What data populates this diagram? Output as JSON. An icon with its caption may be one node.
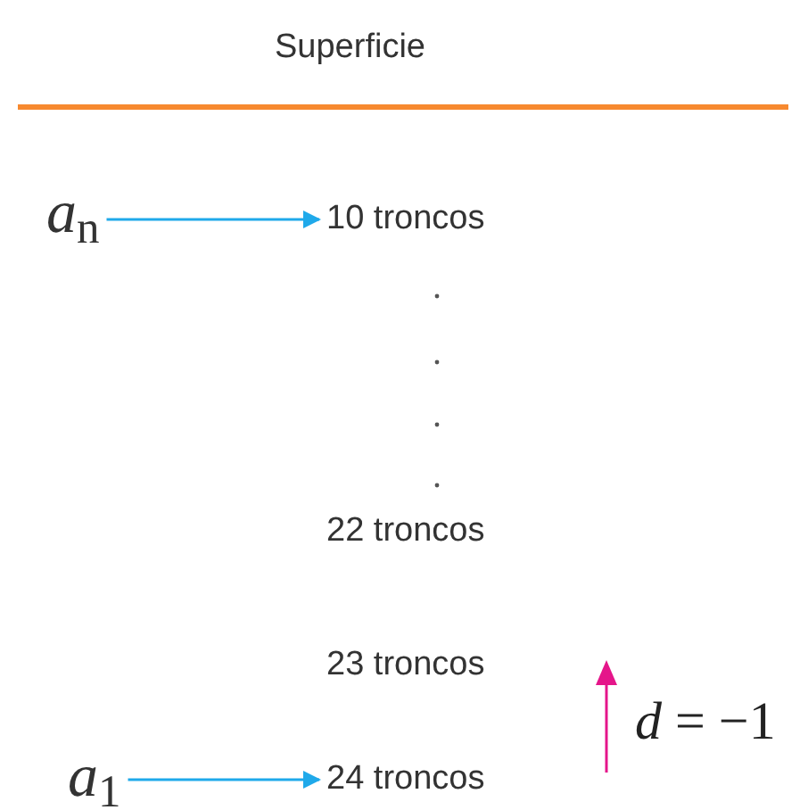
{
  "diagram": {
    "title": "Superficie",
    "nodes": [
      {
        "text": [
          "*a*$_{n}$"
        ]
      },
      {
        "text": [
          "10 troncos"
        ]
      },
      {
        "text": [
          "22 troncos"
        ]
      },
      {
        "text": [
          "23 troncos"
        ]
      },
      {
        "text": [
          "*a*$_{1}$"
        ]
      },
      {
        "text": [
          "24 troncos"
        ]
      }
    ],
    "edges": [
      {
        "from": 0,
        "to": 1,
        "arrow": "to"
      },
      {
        "from": 4,
        "to": 5,
        "arrow": "to"
      }
    ],
    "labels": [
      "*d* = −1"
    ]
  }
}
